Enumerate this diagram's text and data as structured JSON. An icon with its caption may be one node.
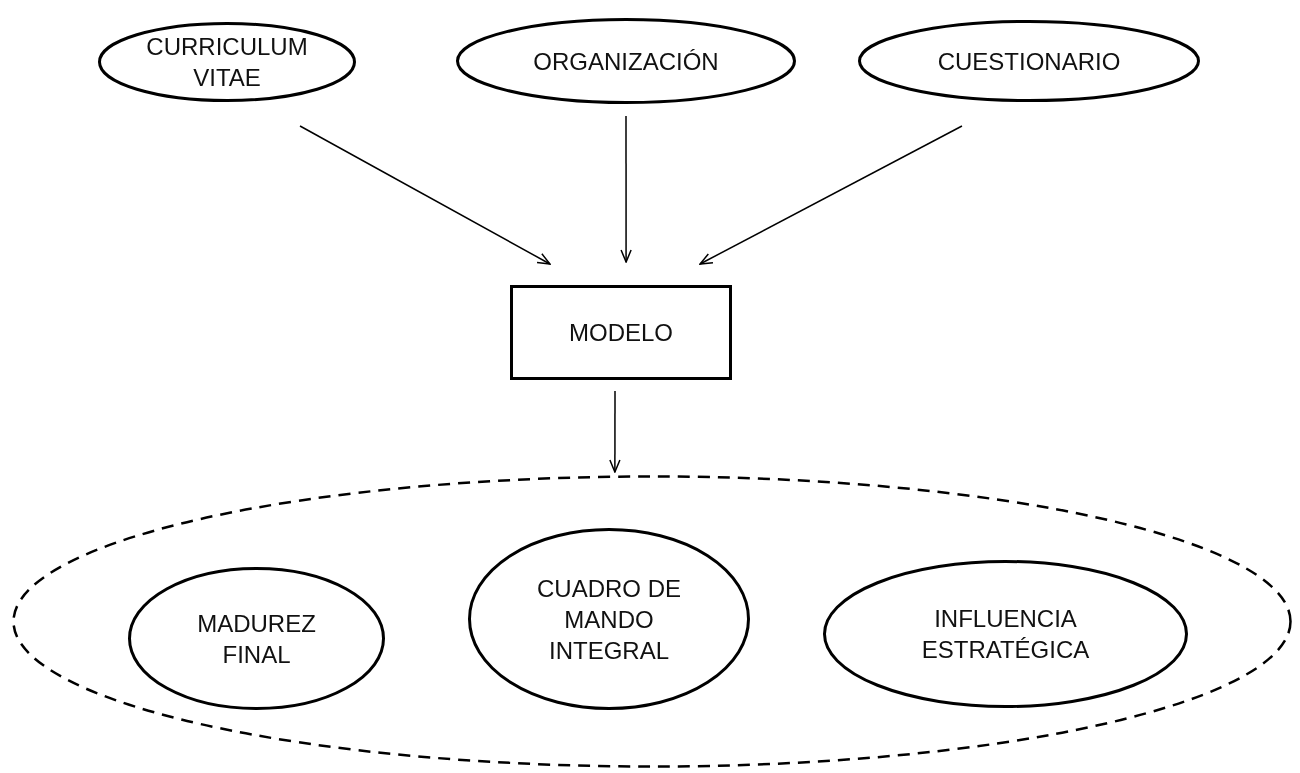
{
  "diagram": {
    "nodes": [
      {
        "text": [
          "CURRICULUM VITAE"
        ]
      },
      {
        "text": [
          "ORGANIZACIÓN"
        ]
      },
      {
        "text": [
          "CUESTIONARIO"
        ]
      },
      {
        "text": [
          "MODELO"
        ]
      },
      {
        "text": [],
        "shape": "ellipse"
      },
      {
        "text": [
          "MADUREZ FINAL"
        ],
        "in": 4
      },
      {
        "text": [
          "CUADRO DE MANDO INTEGRAL"
        ],
        "in": 4
      },
      {
        "text": [
          "INFLUENCIA ESTRATÉGICA"
        ],
        "in": 4
      }
    ],
    "edges": [
      {
        "from": 0,
        "to": 3,
        "arrow": "to"
      },
      {
        "from": 1,
        "to": 3,
        "arrow": "to"
      },
      {
        "from": 2,
        "to": 3,
        "arrow": "to"
      },
      {
        "from": 3,
        "to": 4,
        "arrow": "to"
      }
    ]
  }
}
